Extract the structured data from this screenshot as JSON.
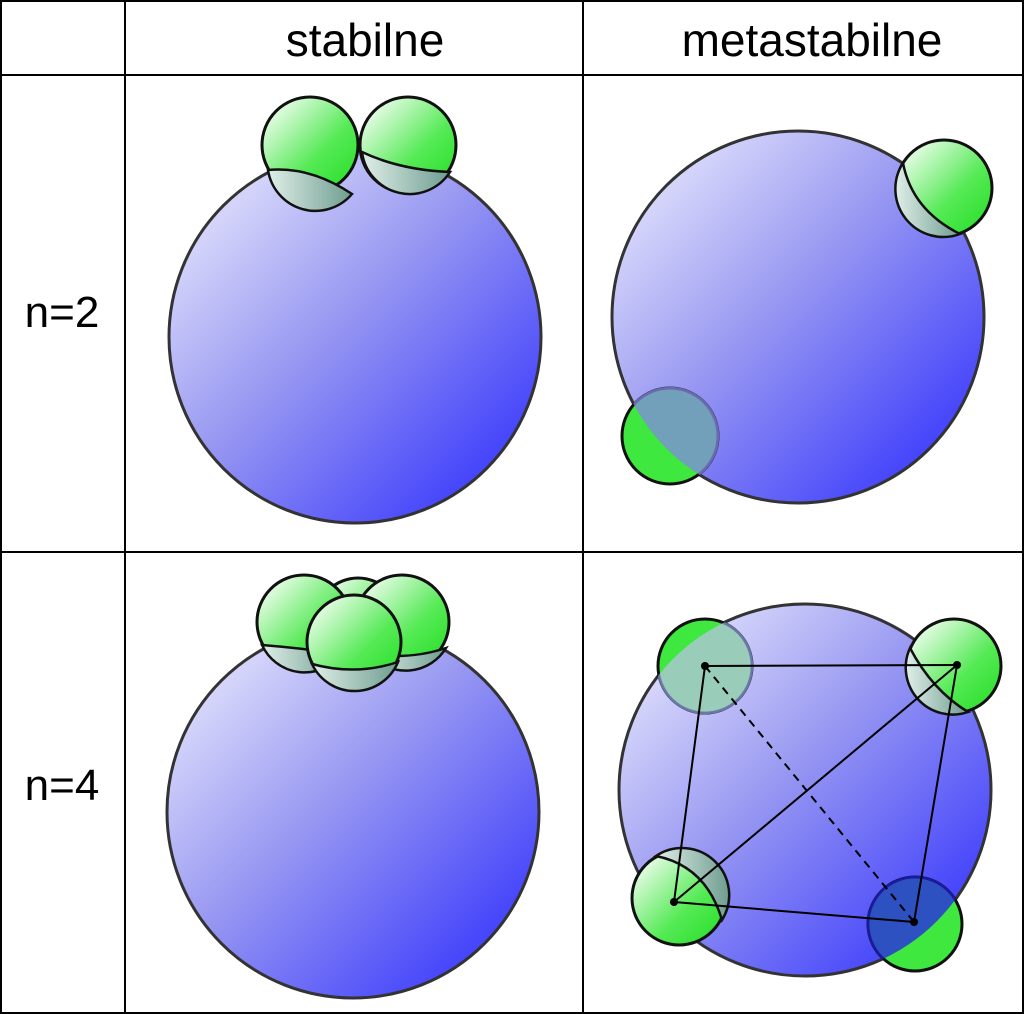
{
  "table": {
    "header": {
      "corner": "",
      "col_stable": "stabilne",
      "col_metastable": "metastabilne"
    },
    "rows": {
      "n2": "n=2",
      "n4": "n=4"
    }
  },
  "colors": {
    "big_sphere_light": "#e6e6fa",
    "big_sphere_dark": "#2a2aff",
    "small_sphere_light": "#ffffff",
    "small_sphere_green": "#33e633",
    "small_sphere_shadow": "#7fa89a",
    "outline": "#333333",
    "grid": "#000000"
  }
}
